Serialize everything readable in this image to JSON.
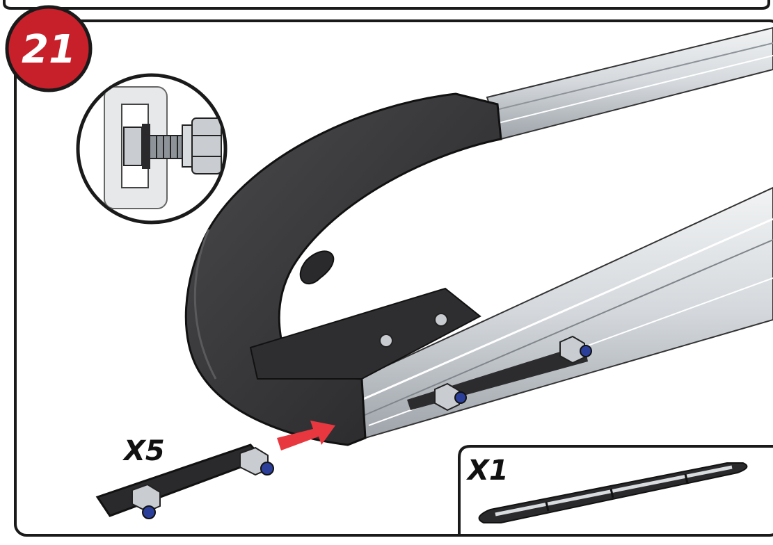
{
  "step": {
    "number": "21"
  },
  "parts": {
    "connector_quantity": "X5",
    "strip_quantity": "X1"
  },
  "colors": {
    "badge_red": "#c8202a",
    "frame": "#1a1a1a",
    "rail_silver": "#d9dcdf",
    "rail_shadow": "#aeb3b8",
    "end_cap": "#3a3a3c",
    "arrow": "#e8373f",
    "nut_blue": "#2b3f9a"
  },
  "icons": [
    "detail-magnifier",
    "insert-arrow"
  ]
}
